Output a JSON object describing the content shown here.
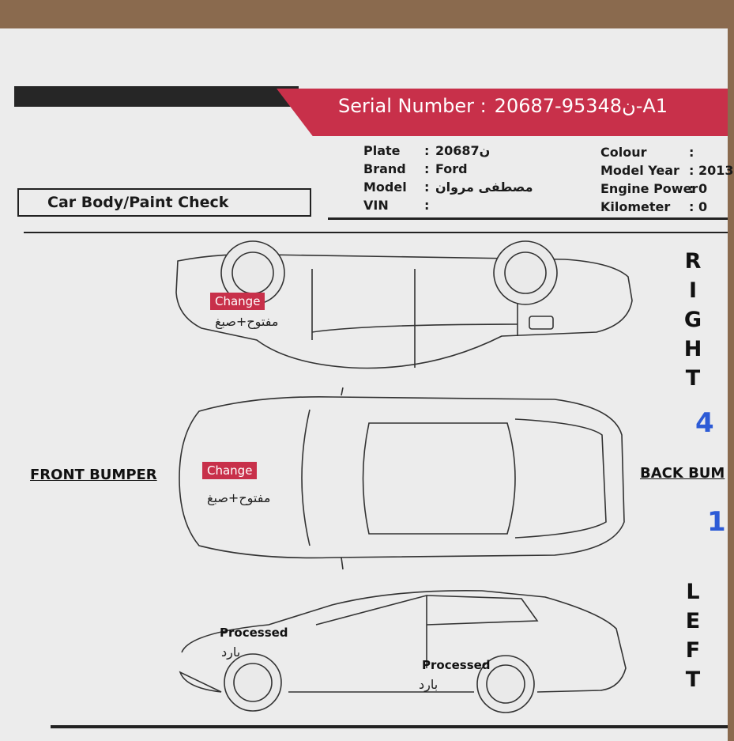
{
  "header": {
    "serial_label": "Serial Number :",
    "serial_value": "ن95348-20687-A1"
  },
  "vehicle_info_left": [
    {
      "key": "Plate",
      "value": "ن20687"
    },
    {
      "key": "Brand",
      "value": "Ford"
    },
    {
      "key": "Model",
      "value": "مصطفى مروان"
    },
    {
      "key": "VIN",
      "value": ""
    }
  ],
  "vehicle_info_right": [
    {
      "key": "Colour",
      "value": ""
    },
    {
      "key": "Model Year",
      "value": "2013"
    },
    {
      "key": "Engine Power",
      "value": "0"
    },
    {
      "key": "Kilometer",
      "value": "0"
    }
  ],
  "section_title": "Car Body/Paint Check",
  "side_labels": {
    "right": [
      "R",
      "I",
      "G",
      "H",
      "T"
    ],
    "left": [
      "L",
      "E",
      "F",
      "T"
    ],
    "front": "FRONT BUMPER",
    "back": "BACK BUM"
  },
  "annotations": {
    "top_view_tag": "Change",
    "top_view_note": "مفتوح+صبغ",
    "middle_view_tag": "Change",
    "middle_view_note": "مفتوح+صبغ",
    "left_front_status": "Processed",
    "left_front_note": "بارد",
    "left_rear_status": "Processed",
    "left_rear_note": "بارد"
  },
  "handwriting": {
    "mark1": "4",
    "mark2": "1"
  },
  "colors": {
    "accent_red": "#c8304a",
    "bar_black": "#262626",
    "pen_blue": "#2d5bd6"
  }
}
